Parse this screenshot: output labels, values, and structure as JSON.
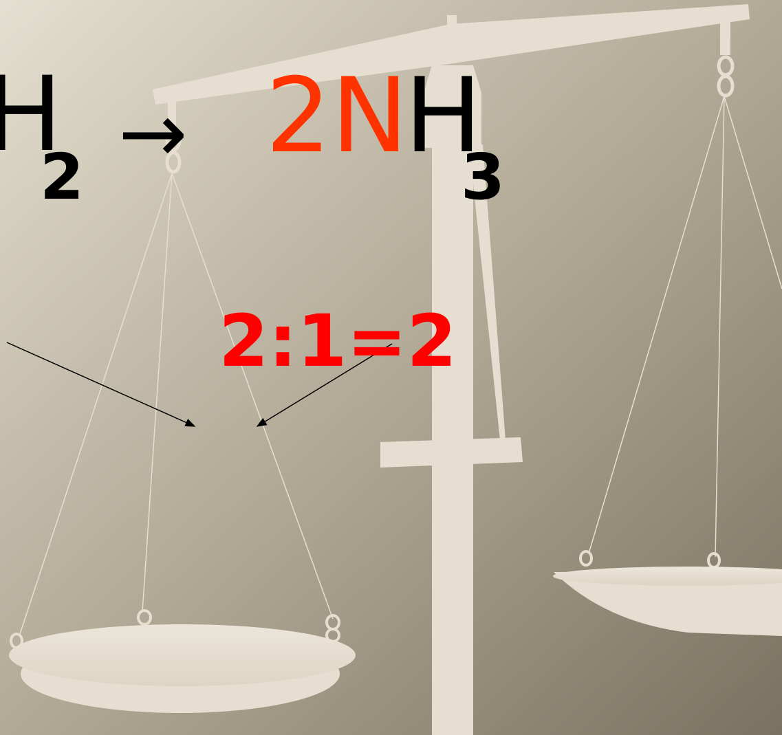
{
  "equation": {
    "left_h": "H",
    "left_sub": "2",
    "arrow": "→",
    "product_coefficient_element": "2N",
    "product_h": "H",
    "product_sub": "3"
  },
  "ratio_text": "2:1=2",
  "colors": {
    "background_light": "#e4dfd0",
    "background_dark": "#7a7260",
    "scale": "#e6dfd1",
    "highlight_red": "#ff0000",
    "highlight_orange_red": "#ff3300",
    "text": "#000000"
  },
  "icons": [
    "balance-scale-illustration",
    "pointer-arrow"
  ]
}
